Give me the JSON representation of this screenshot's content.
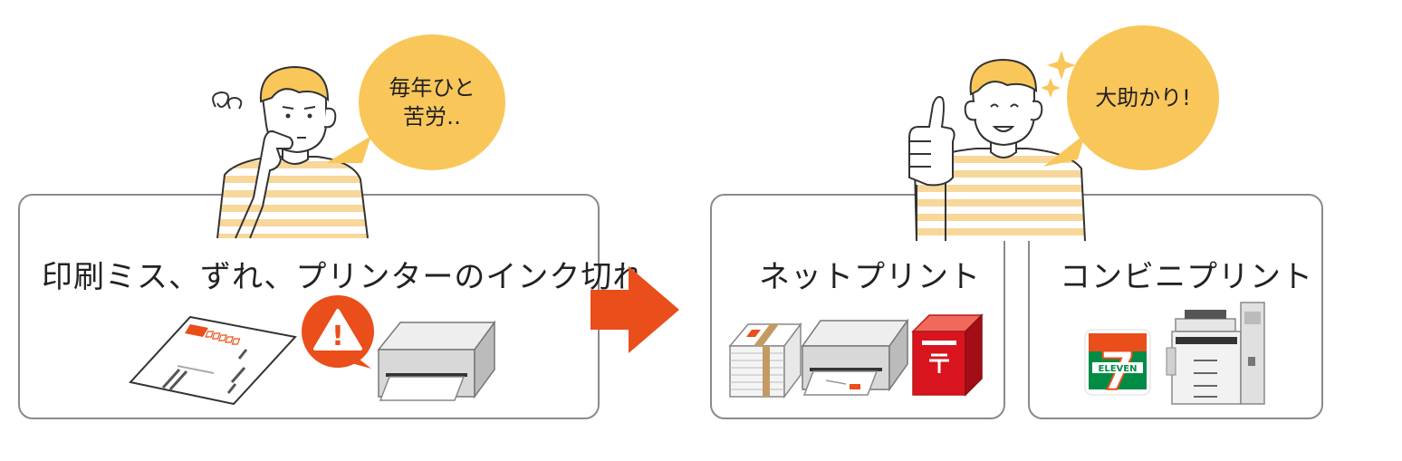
{
  "left": {
    "title": "印刷ミス、ずれ、プリンターのインク切れ",
    "bubble_line1": "毎年ひと",
    "bubble_line2": "苦労‥",
    "warning_glyph": "!"
  },
  "right": {
    "bubble": "大助かり!",
    "panel1_title": "ネットプリント",
    "panel2_title": "コンビニプリント",
    "store_logo_text": "ELEVEN",
    "store_logo_digit": "7"
  },
  "colors": {
    "bubble": "#f9c65a",
    "arrow": "#e94e1b",
    "warning": "#e94e1b",
    "stripe": "#f8d79b",
    "border": "#8a8a8a"
  }
}
